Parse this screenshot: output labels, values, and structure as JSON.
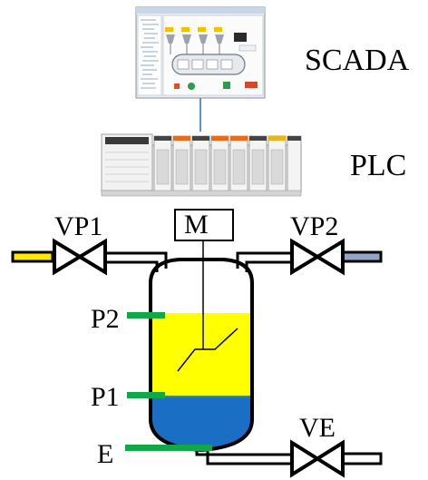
{
  "labels": {
    "scada": "SCADA",
    "plc": "PLC",
    "motor": "M",
    "valve_inlet_1": "VP1",
    "valve_inlet_2": "VP2",
    "valve_exit": "VE",
    "sensor_upper": "P2",
    "sensor_lower": "P1",
    "sensor_bottom": "E"
  },
  "screen": {
    "window_title": "SCADA and HMI Software Companion"
  },
  "colors": {
    "liquid_upper": "#ffff00",
    "liquid_lower": "#1a6fc4",
    "sensor": "#11a84a",
    "inlet_1_stub": "#ffe800",
    "inlet_2_stub": "#8fa6c9",
    "link_line": "#3c6fd0"
  }
}
